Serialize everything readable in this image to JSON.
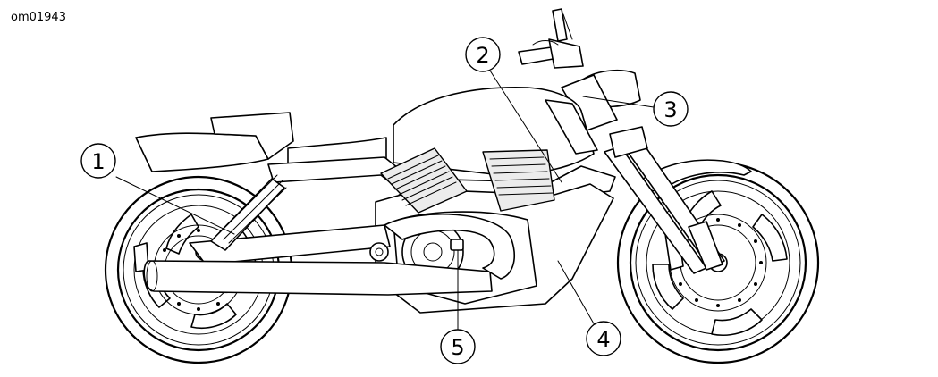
{
  "figure_id": "om01943",
  "callouts": [
    {
      "label": "1"
    },
    {
      "label": "2"
    },
    {
      "label": "3"
    },
    {
      "label": "4"
    },
    {
      "label": "5"
    }
  ]
}
